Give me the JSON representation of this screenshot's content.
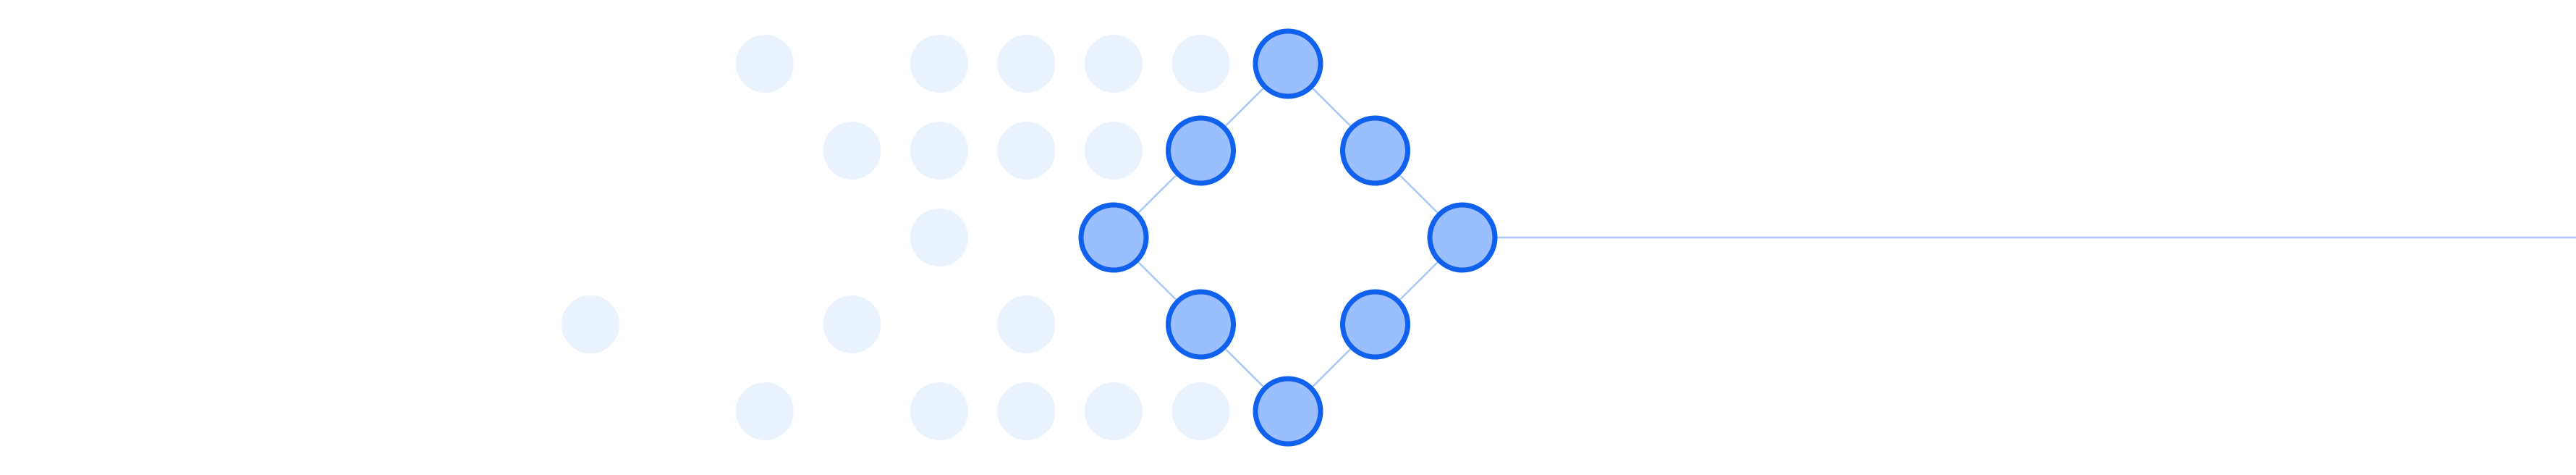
{
  "colors": {
    "background": "#ffffff",
    "faded_dot": "#eaf2fd",
    "node_fill": "#9bbffc",
    "node_stroke": "#1062ee",
    "connector": "#aac8f5"
  },
  "grid": {
    "rows": 5,
    "cols": 11
  },
  "faded_dots": [
    [
      0,
      2
    ],
    [
      0,
      4
    ],
    [
      0,
      5
    ],
    [
      0,
      6
    ],
    [
      0,
      7
    ],
    [
      1,
      3
    ],
    [
      1,
      4
    ],
    [
      1,
      5
    ],
    [
      1,
      6
    ],
    [
      2,
      4
    ],
    [
      3,
      0
    ],
    [
      3,
      3
    ],
    [
      3,
      5
    ],
    [
      4,
      2
    ],
    [
      4,
      4
    ],
    [
      4,
      5
    ],
    [
      4,
      6
    ],
    [
      4,
      7
    ]
  ],
  "highlighted_nodes": [
    {
      "id": "n-top",
      "row": 0,
      "col": 8
    },
    {
      "id": "n-upper-left",
      "row": 1,
      "col": 7
    },
    {
      "id": "n-upper-right",
      "row": 1,
      "col": 9
    },
    {
      "id": "n-left",
      "row": 2,
      "col": 6
    },
    {
      "id": "n-right",
      "row": 2,
      "col": 10
    },
    {
      "id": "n-lower-left",
      "row": 3,
      "col": 7
    },
    {
      "id": "n-lower-right",
      "row": 3,
      "col": 9
    },
    {
      "id": "n-bottom",
      "row": 4,
      "col": 8
    }
  ],
  "edges": [
    [
      "n-top",
      "n-upper-left"
    ],
    [
      "n-upper-left",
      "n-left"
    ],
    [
      "n-left",
      "n-lower-left"
    ],
    [
      "n-lower-left",
      "n-bottom"
    ],
    [
      "n-top",
      "n-upper-right"
    ],
    [
      "n-upper-right",
      "n-right"
    ],
    [
      "n-right",
      "n-lower-right"
    ],
    [
      "n-lower-right",
      "n-bottom"
    ]
  ],
  "output_line_from": "n-right"
}
